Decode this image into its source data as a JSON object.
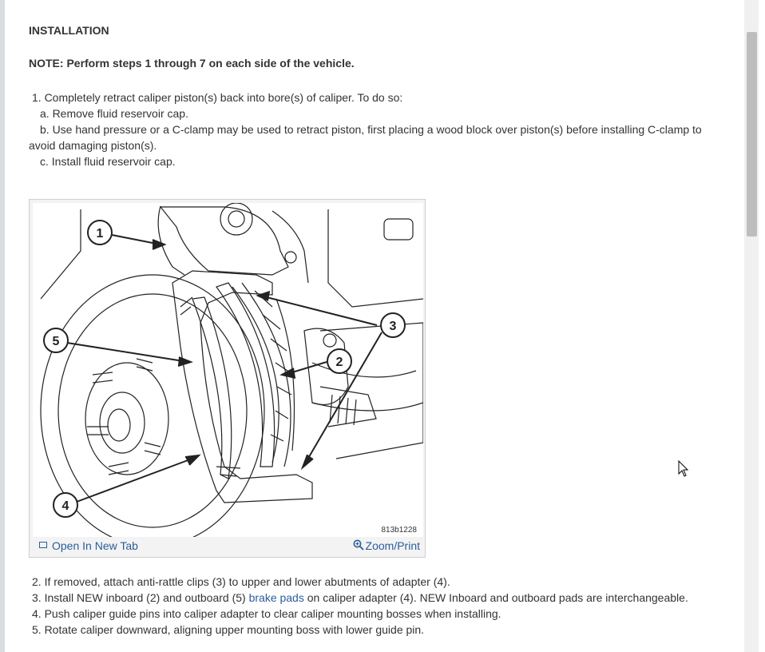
{
  "heading": "INSTALLATION",
  "note": "NOTE: Perform steps 1 through 7 on each side of the vehicle.",
  "step1": {
    "main": "1. Completely retract caliper piston(s) back into bore(s) of caliper. To do so:",
    "a": "a. Remove fluid reservoir cap.",
    "b": "b. Use hand pressure or a C-clamp may be used to retract piston, first placing a wood block over piston(s) before installing C-clamp to avoid damaging piston(s).",
    "c": "c. Install fluid reservoir cap."
  },
  "figure": {
    "code": "813b1228",
    "callouts": [
      "1",
      "2",
      "3",
      "4",
      "5"
    ],
    "open_label": "Open In New Tab",
    "zoom_label": "Zoom/Print",
    "open_icon": "open-in-new-tab-icon",
    "zoom_icon": "magnifier-icon"
  },
  "steps": {
    "s2": "2. If removed, attach anti-rattle clips (3) to upper and lower abutments of adapter (4).",
    "s3_pre": "3. Install NEW inboard (2) and outboard (5) ",
    "s3_link": "brake pads",
    "s3_post": " on caliper adapter (4). NEW Inboard and outboard pads are interchangeable.",
    "s4": "4. Push caliper guide pins into caliper adapter to clear caliper mounting bosses when installing.",
    "s5": "5. Rotate caliper downward, aligning upper mounting boss with lower guide pin."
  },
  "colors": {
    "link": "#2b5d9b",
    "text": "#333333",
    "scrollbar": "#bdbdbd"
  }
}
